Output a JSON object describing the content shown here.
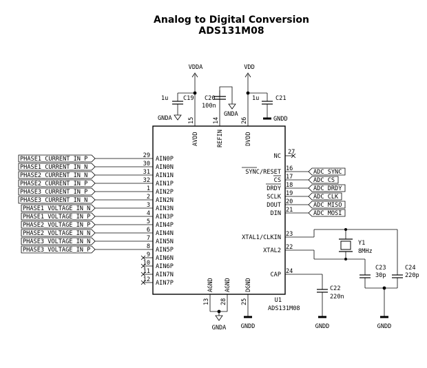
{
  "title": {
    "line1": "Analog to Digital Conversion",
    "line2": "ADS131M08"
  },
  "ic": {
    "ref": "U1",
    "value": "ADS131M08",
    "left_pins": [
      {
        "num": "29",
        "name": "AIN0P",
        "net": "PHASE1_CURRENT_IN_P"
      },
      {
        "num": "30",
        "name": "AIN0N",
        "net": "PHASE1_CURRENT_IN_N"
      },
      {
        "num": "31",
        "name": "AIN1N",
        "net": "PHASE2_CURRENT_IN_N"
      },
      {
        "num": "32",
        "name": "AIN1P",
        "net": "PHASE2_CURRENT_IN_P"
      },
      {
        "num": "1",
        "name": "AIN2P",
        "net": "PHASE3_CURRENT_IN_P"
      },
      {
        "num": "2",
        "name": "AIN2N",
        "net": "PHASE3_CURRENT_IN_N"
      },
      {
        "num": "3",
        "name": "AIN3N",
        "net": "PHASE1_VOLTAGE_IN_N"
      },
      {
        "num": "4",
        "name": "AIN3P",
        "net": "PHASE1_VOLTAGE_IN_P"
      },
      {
        "num": "5",
        "name": "AIN4P",
        "net": "PHASE2_VOLTAGE_IN_P"
      },
      {
        "num": "6",
        "name": "AIN4N",
        "net": "PHASE2_VOLTAGE_IN_N"
      },
      {
        "num": "7",
        "name": "AIN5N",
        "net": "PHASE3_VOLTAGE_IN_N"
      },
      {
        "num": "8",
        "name": "AIN5P",
        "net": "PHASE3_VOLTAGE_IN_P"
      },
      {
        "num": "9",
        "name": "AIN6N",
        "net": ""
      },
      {
        "num": "10",
        "name": "AIN6P",
        "net": ""
      },
      {
        "num": "11",
        "name": "AIN7N",
        "net": ""
      },
      {
        "num": "12",
        "name": "AIN7P",
        "net": ""
      }
    ],
    "right_pins": [
      {
        "num": "27",
        "name": "NC",
        "net": ""
      },
      {
        "num": "16",
        "name": "SYNC/RESET",
        "net": "ADC_SYNC"
      },
      {
        "num": "17",
        "name": "CS",
        "net": "ADC_CS"
      },
      {
        "num": "18",
        "name": "DRDY",
        "net": "ADC_DRDY"
      },
      {
        "num": "19",
        "name": "SCLK",
        "net": "ADC_CLK"
      },
      {
        "num": "20",
        "name": "DOUT",
        "net": "ADC_MISO"
      },
      {
        "num": "21",
        "name": "DIN",
        "net": "ADC_MOSI"
      },
      {
        "num": "23",
        "name": "XTAL1/CLKIN",
        "net": ""
      },
      {
        "num": "22",
        "name": "XTAL2",
        "net": ""
      },
      {
        "num": "24",
        "name": "CAP",
        "net": ""
      }
    ],
    "top_pins": [
      {
        "num": "15",
        "name": "AVDD"
      },
      {
        "num": "14",
        "name": "REFIN"
      },
      {
        "num": "26",
        "name": "DVDD"
      }
    ],
    "bottom_pins": [
      {
        "num": "13",
        "name": "AGND"
      },
      {
        "num": "28",
        "name": "AGND"
      },
      {
        "num": "25",
        "name": "DGND"
      }
    ]
  },
  "power": {
    "vdda": "VDDA",
    "vdd": "VDD",
    "gnda": "GNDA",
    "gndd": "GNDD"
  },
  "components": {
    "c19": {
      "ref": "C19",
      "value": "1u"
    },
    "c20": {
      "ref": "C20",
      "value": "100n"
    },
    "c21": {
      "ref": "C21",
      "value": "1u"
    },
    "c22": {
      "ref": "C22",
      "value": "220n"
    },
    "c23": {
      "ref": "C23",
      "value": "30p"
    },
    "c24": {
      "ref": "C24",
      "value": "220p"
    },
    "y1": {
      "ref": "Y1",
      "value": "8MHz"
    }
  }
}
